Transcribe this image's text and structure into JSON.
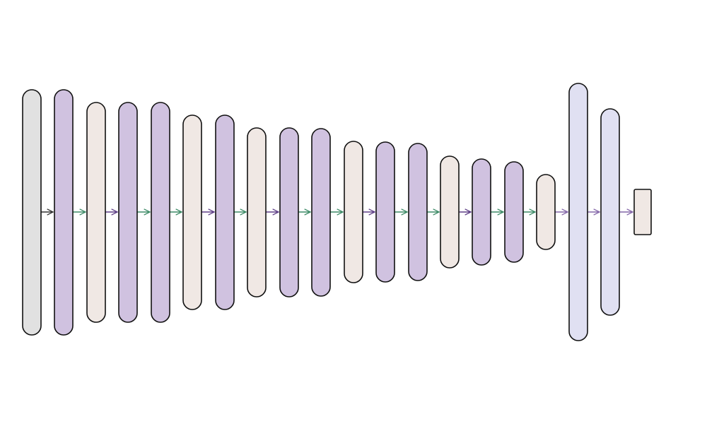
{
  "diagram": {
    "type": "neural-network-layer-stack",
    "colors": {
      "input": "#e1e1e1",
      "conv": "#d0c2e0",
      "pool": "#f0e8e4",
      "dense": "#e0e0f2",
      "output": "#f0e8e4",
      "stroke": "#111111",
      "arrow_purple": "#5e3f86",
      "arrow_green": "#3d8a66",
      "arrow_dark": "#333333",
      "arrow_light_purple": "#8467a8"
    },
    "layers": [
      {
        "kind": "input"
      },
      {
        "kind": "conv"
      },
      {
        "kind": "pool"
      },
      {
        "kind": "conv"
      },
      {
        "kind": "conv"
      },
      {
        "kind": "pool"
      },
      {
        "kind": "conv"
      },
      {
        "kind": "pool"
      },
      {
        "kind": "conv"
      },
      {
        "kind": "conv"
      },
      {
        "kind": "pool"
      },
      {
        "kind": "conv"
      },
      {
        "kind": "conv"
      },
      {
        "kind": "pool"
      },
      {
        "kind": "conv"
      },
      {
        "kind": "conv"
      },
      {
        "kind": "pool"
      },
      {
        "kind": "dense"
      },
      {
        "kind": "dense"
      },
      {
        "kind": "output"
      }
    ],
    "arrows": [
      {
        "color": "arrow_dark"
      },
      {
        "color": "arrow_green"
      },
      {
        "color": "arrow_purple"
      },
      {
        "color": "arrow_green"
      },
      {
        "color": "arrow_green"
      },
      {
        "color": "arrow_purple"
      },
      {
        "color": "arrow_green"
      },
      {
        "color": "arrow_purple"
      },
      {
        "color": "arrow_green"
      },
      {
        "color": "arrow_green"
      },
      {
        "color": "arrow_purple"
      },
      {
        "color": "arrow_green"
      },
      {
        "color": "arrow_green"
      },
      {
        "color": "arrow_purple"
      },
      {
        "color": "arrow_green"
      },
      {
        "color": "arrow_green"
      },
      {
        "color": "arrow_light_purple"
      },
      {
        "color": "arrow_light_purple"
      },
      {
        "color": "arrow_light_purple"
      }
    ]
  }
}
